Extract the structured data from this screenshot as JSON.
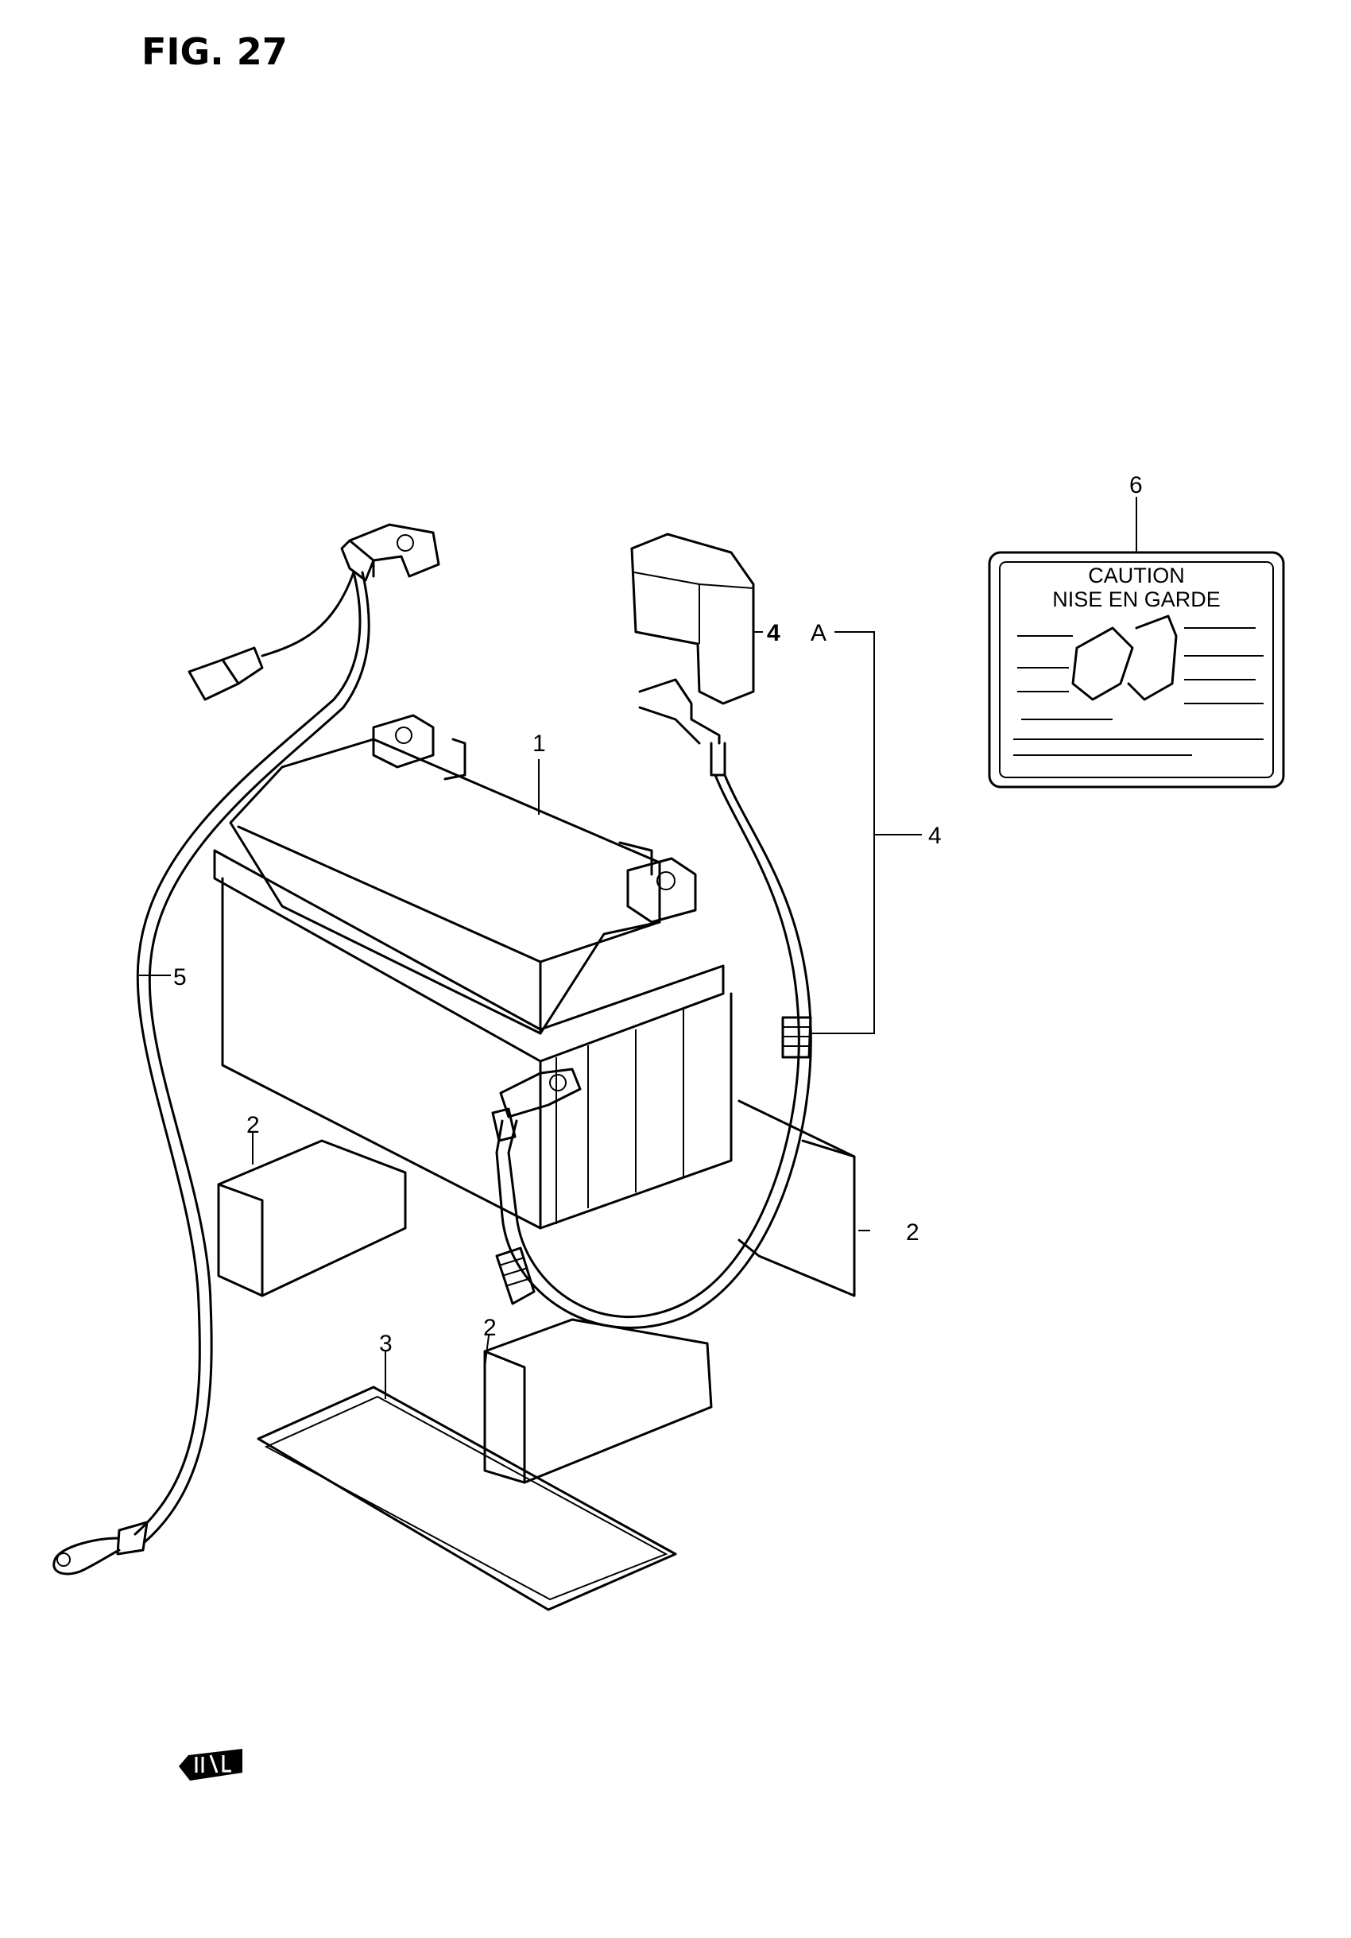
{
  "figure": {
    "title": "FIG. 27"
  },
  "callouts": {
    "battery": "1",
    "pad_left": "2",
    "pad_right": "2",
    "pad_front": "2",
    "pad_bottom": "3",
    "cover": "4",
    "cable_assembly": "4",
    "cable_ref": "A",
    "ground_cable": "5",
    "caution_label": "6"
  },
  "caution_label": {
    "line1": "CAUTION",
    "line2": "NISE EN GARDE"
  },
  "icons": [
    "emc-stamp-icon"
  ]
}
